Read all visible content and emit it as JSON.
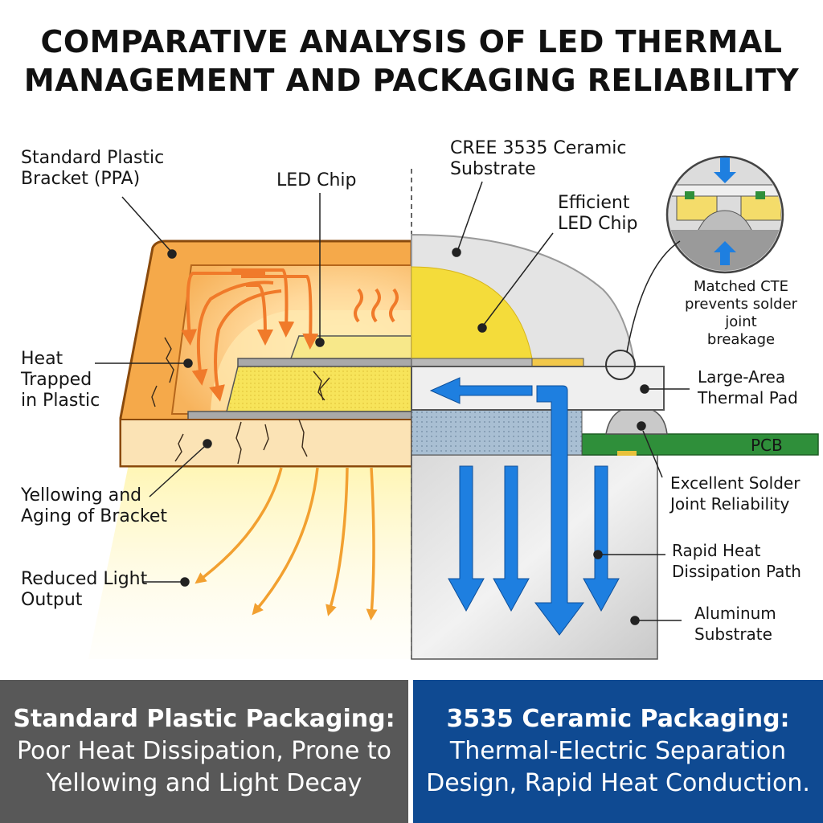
{
  "title": {
    "line1": "COMPARATIVE ANALYSIS OF LED THERMAL",
    "line2": "MANAGEMENT AND PACKAGING RELIABILITY"
  },
  "left_labels": {
    "plastic_bracket": [
      "Standard Plastic",
      "Bracket (PPA)"
    ],
    "led_chip": "LED Chip",
    "heat_trapped": [
      "Heat",
      "Trapped",
      "in Plastic"
    ],
    "yellowing": [
      "Yellowing and",
      "Aging of Bracket"
    ],
    "reduced_light": [
      "Reduced Light",
      "Output"
    ]
  },
  "right_labels": {
    "ceramic_substrate": [
      "CREE 3535 Ceramic",
      "Substrate"
    ],
    "efficient_chip": [
      "Efficient",
      "LED Chip"
    ],
    "matched_cte": [
      "Matched CTE",
      "prevents solder joint",
      "breakage"
    ],
    "thermal_pad": [
      "Large-Area",
      "Thermal Pad"
    ],
    "pcb": "PCB",
    "solder_joint": [
      "Excellent Solder",
      "Joint Reliability"
    ],
    "heat_path": [
      "Rapid Heat",
      "Dissipation Path"
    ],
    "aluminum": [
      "Aluminum",
      "Substrate"
    ]
  },
  "banners": {
    "left": {
      "line1": "Standard Plastic Packaging:",
      "line2": "Poor Heat Dissipation, Prone to",
      "line3": "Yellowing and Light Decay"
    },
    "right": {
      "line1": "3535 Ceramic Packaging:",
      "line2": "Thermal-Electric Separation",
      "line3": "Design, Rapid Heat Conduction."
    }
  },
  "colors": {
    "plastic_orange": "#f5a94a",
    "heat_arrow": "#f07a2a",
    "chip_yellow": "#f4dc3a",
    "dome_gray": "#e4e4e4",
    "heat_flow_blue": "#1e7fe0",
    "pcb_green": "#2f8f3a",
    "banner_left": "#585858",
    "banner_right": "#0f4a92"
  }
}
